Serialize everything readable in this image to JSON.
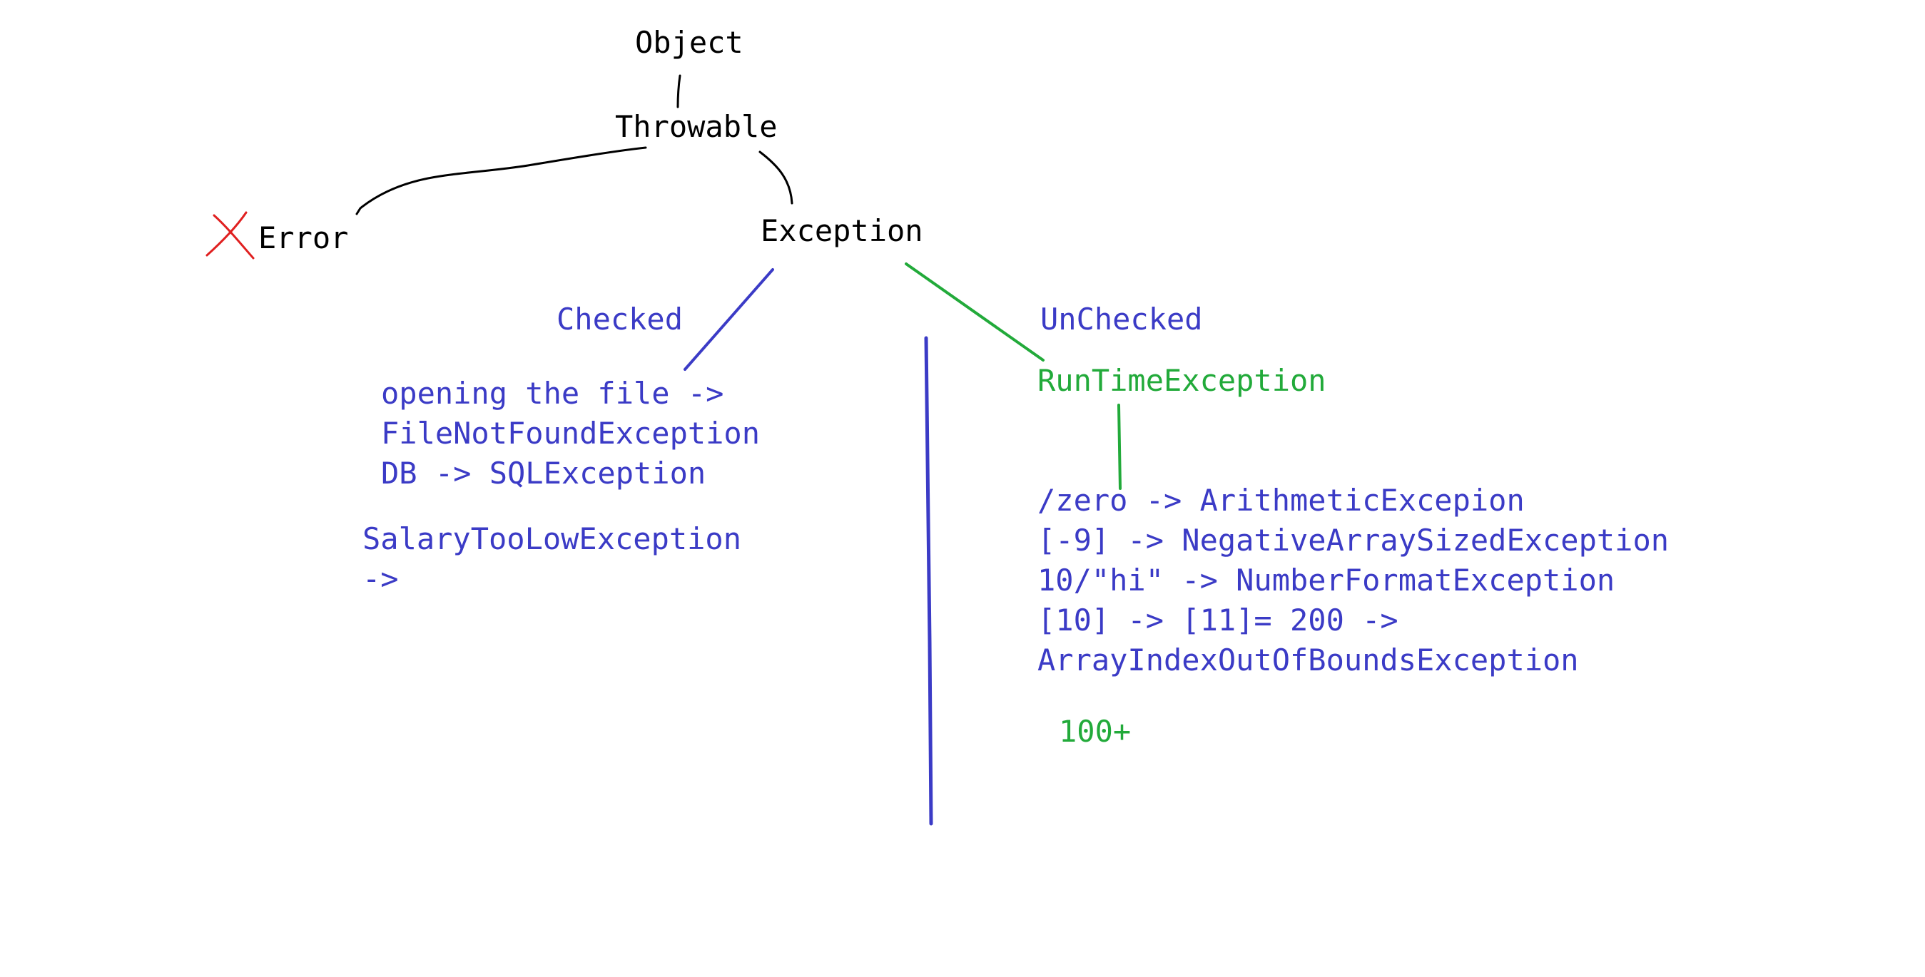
{
  "hierarchy": {
    "object": "Object",
    "throwable": "Throwable",
    "error": "Error",
    "exception": "Exception"
  },
  "checked": {
    "heading": "Checked",
    "lines": [
      "opening the file ->",
      "FileNotFoundException",
      "DB -> SQLException"
    ],
    "custom": [
      "SalaryTooLowException",
      "->"
    ]
  },
  "unchecked": {
    "heading": "UnChecked",
    "runtime": "RunTimeException",
    "lines": [
      "/zero -> ArithmeticExcepion",
      "[-9] -> NegativeArraySizedException",
      "10/\"hi\" -> NumberFormatException",
      "[10] -> [11]= 200 ->",
      "ArrayIndexOutOfBoundsException"
    ],
    "count": "100+"
  },
  "colors": {
    "black": "#000000",
    "blue": "#3b3bc6",
    "green": "#22aa3a",
    "cross_mark": "#e02020"
  },
  "icons": {
    "error_mark": "cross-mark-icon"
  }
}
